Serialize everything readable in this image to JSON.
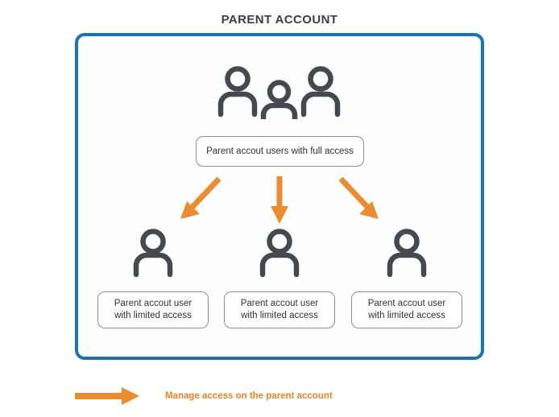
{
  "diagram": {
    "title": "PARENT ACCOUNT",
    "panel": {
      "border_color": "#1b72b8",
      "background": "#fdfefe"
    },
    "top_group": {
      "icon": "three-people-icon",
      "label": "Parent accout users with full access"
    },
    "children": [
      {
        "icon": "person-icon",
        "label_line1": "Parent accout user",
        "label_line2": "with limited access"
      },
      {
        "icon": "person-icon",
        "label_line1": "Parent accout user",
        "label_line2": "with limited access"
      },
      {
        "icon": "person-icon",
        "label_line1": "Parent accout user",
        "label_line2": "with limited access"
      }
    ],
    "arrows": {
      "color": "#ed8b2f",
      "count": 3,
      "directions": [
        "down-left",
        "down",
        "down-right"
      ]
    },
    "legend": {
      "arrow_icon": "right-arrow-icon",
      "label": "Manage access on the parent account",
      "color": "#e8842c"
    },
    "colors": {
      "blue": "#1b72b8",
      "orange": "#ed8b2f",
      "icon_gray": "#45484e",
      "box_border_gray": "#8a8d91",
      "title_gray": "#3b3f46"
    }
  }
}
